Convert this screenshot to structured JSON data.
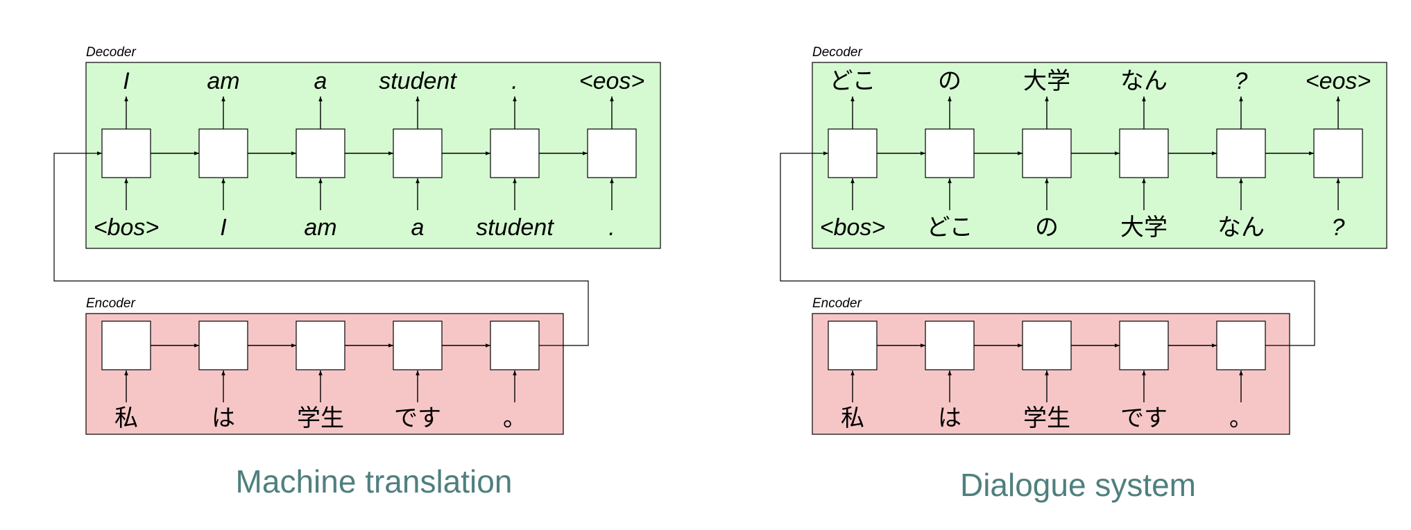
{
  "colors": {
    "decoder_fill": "#d5fad1",
    "encoder_fill": "#f6c6c6",
    "caption": "#4f7f7e",
    "line": "#000000"
  },
  "panels": [
    {
      "id": "machine-translation",
      "caption": "Machine translation",
      "decoder_label": "Decoder",
      "encoder_label": "Encoder",
      "decoder_outputs": [
        "I",
        "am",
        "a",
        "student",
        ".",
        "<eos>"
      ],
      "decoder_inputs": [
        "<bos>",
        "I",
        "am",
        "a",
        "student",
        "."
      ],
      "encoder_inputs": [
        "私",
        "は",
        "学生",
        "です",
        "。"
      ]
    },
    {
      "id": "dialogue-system",
      "caption": "Dialogue system",
      "decoder_label": "Decoder",
      "encoder_label": "Encoder",
      "decoder_outputs": [
        "どこ",
        "の",
        "大学",
        "なん",
        "?",
        "<eos>"
      ],
      "decoder_inputs": [
        "<bos>",
        "どこ",
        "の",
        "大学",
        "なん",
        "?"
      ],
      "encoder_inputs": [
        "私",
        "は",
        "学生",
        "です",
        "。"
      ]
    }
  ]
}
